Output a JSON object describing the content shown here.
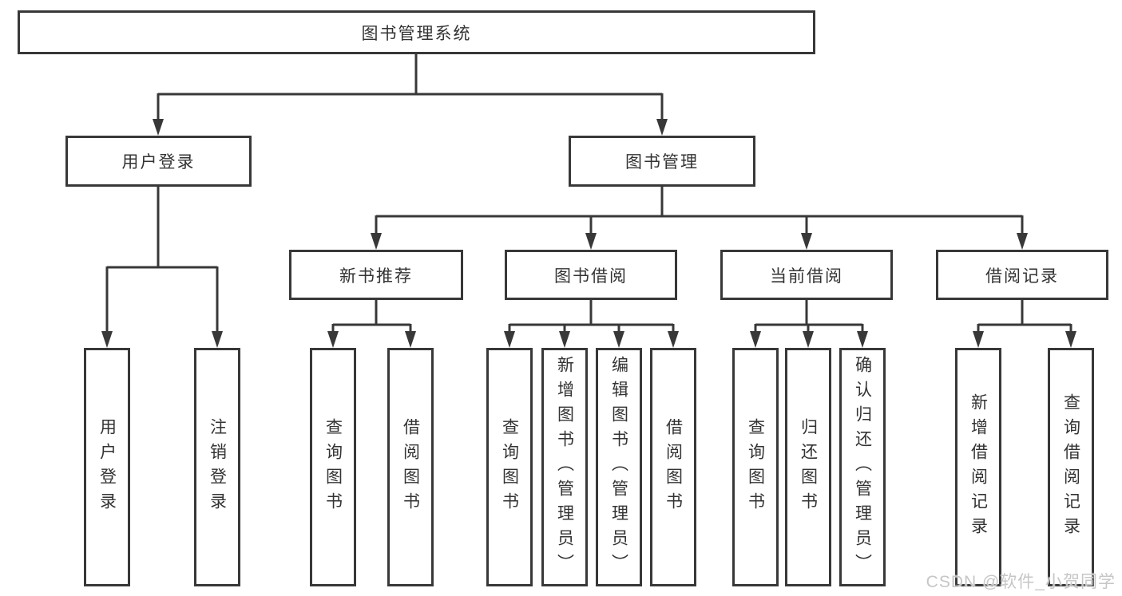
{
  "diagram": {
    "type": "hierarchy-tree",
    "tree": {
      "root": {
        "label": "图书管理系统"
      },
      "children": [
        {
          "label": "用户登录",
          "children": [
            {
              "label": "用户登录"
            },
            {
              "label": "注销登录"
            }
          ]
        },
        {
          "label": "图书管理",
          "children": [
            {
              "label": "新书推荐",
              "children": [
                {
                  "label": "查询图书"
                },
                {
                  "label": "借阅图书"
                }
              ]
            },
            {
              "label": "图书借阅",
              "children": [
                {
                  "label": "查询图书"
                },
                {
                  "label": "新增图书（管理员）"
                },
                {
                  "label": "编辑图书（管理员）"
                },
                {
                  "label": "借阅图书"
                }
              ]
            },
            {
              "label": "当前借阅",
              "children": [
                {
                  "label": "查询图书"
                },
                {
                  "label": "归还图书"
                },
                {
                  "label": "确认归还（管理员）"
                }
              ]
            },
            {
              "label": "借阅记录",
              "children": [
                {
                  "label": "新增借阅记录"
                },
                {
                  "label": "查询借阅记录"
                }
              ]
            }
          ]
        }
      ]
    },
    "colors": {
      "line": "#383838",
      "text": "#333333",
      "background": "#ffffff",
      "watermark_text": "#c6c6c6"
    }
  },
  "watermark": {
    "text": "CSDN @软件_小贺同学"
  }
}
